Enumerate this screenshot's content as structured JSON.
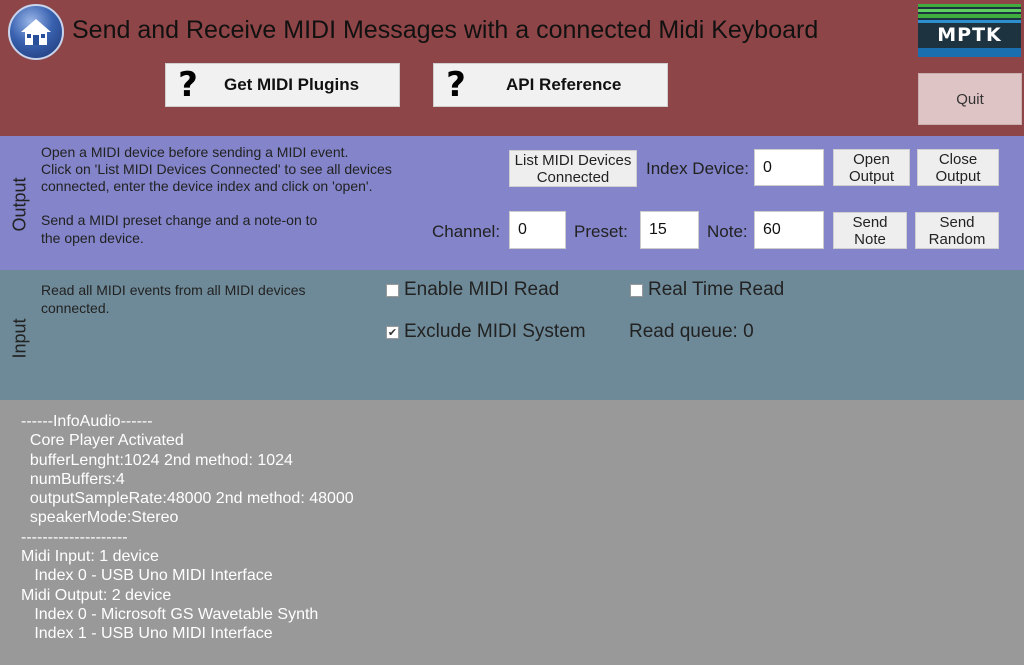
{
  "header": {
    "title": "Send and Receive MIDI Messages with a connected Midi Keyboard",
    "plugins_label": "Get MIDI Plugins",
    "api_label": "API Reference",
    "logo_text": "MPTK",
    "quit_label": "Quit",
    "question_glyph": "?"
  },
  "output": {
    "section_label": "Output",
    "help1": "Open a MIDI device before sending a MIDI event.",
    "help2": "Click on 'List MIDI Devices Connected' to see all devices",
    "help3": "connected, enter the device index and click on 'open'.",
    "help4": "Send a MIDI preset change and a note-on to",
    "help5": "the open device.",
    "list_btn": [
      "List MIDI Devices",
      "Connected"
    ],
    "index_label": "Index Device:",
    "index_value": "0",
    "open_btn": [
      "Open",
      "Output"
    ],
    "close_btn": [
      "Close",
      "Output"
    ],
    "channel_label": "Channel:",
    "channel_value": "0",
    "preset_label": "Preset:",
    "preset_value": "15",
    "note_label": "Note:",
    "note_value": "60",
    "send_note_btn": [
      "Send",
      "Note"
    ],
    "send_random_btn": [
      "Send",
      "Random"
    ]
  },
  "input": {
    "section_label": "Input",
    "help1": "Read all MIDI events from all MIDI devices",
    "help2": "connected.",
    "enable_read": "Enable MIDI Read",
    "real_time_read": "Real Time Read",
    "exclude_system": "Exclude MIDI System",
    "read_queue": "Read queue: 0",
    "exclude_checked_glyph": "✔"
  },
  "info": {
    "lines": [
      "------InfoAudio------",
      "  Core Player Activated",
      "  bufferLenght:1024 2nd method: 1024",
      "  numBuffers:4",
      "  outputSampleRate:48000 2nd method: 48000",
      "  speakerMode:Stereo",
      "--------------------",
      "Midi Input: 1 device",
      "   Index 0 - USB Uno MIDI Interface",
      "Midi Output: 2 device",
      "   Index 0 - Microsoft GS Wavetable Synth",
      "   Index 1 - USB Uno MIDI Interface"
    ]
  },
  "colors": {
    "header_bg": "#8e4547",
    "output_bg": "#8384c9",
    "input_bg": "#6e8a98",
    "info_bg": "#999999"
  }
}
